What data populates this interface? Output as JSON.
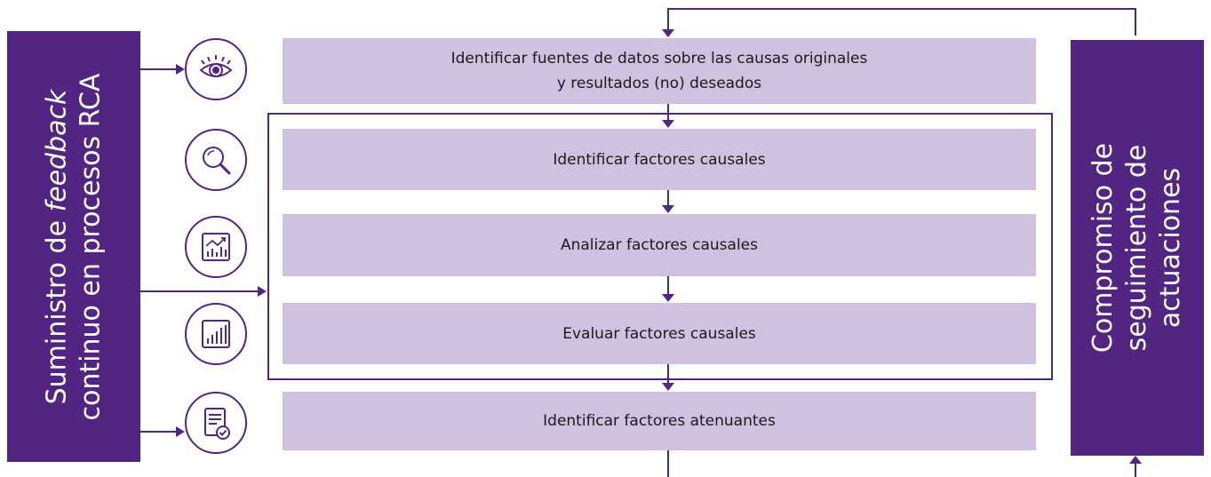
{
  "left_bar": {
    "line1_prefix": "Suministro de ",
    "line1_italic": "feedback",
    "line2": "continuo en procesos RCA"
  },
  "right_bar": {
    "line1": "Compromiso de",
    "line2": "seguimiento de",
    "line3": "actuaciones"
  },
  "steps": [
    {
      "line1": "Identificar fuentes de datos sobre las causas originales",
      "line2": "y resultados (no) deseados"
    },
    {
      "line1": "Identificar factores causales"
    },
    {
      "line1": "Analizar factores causales"
    },
    {
      "line1": "Evaluar factores causales"
    },
    {
      "line1": "Identificar factores atenuantes"
    }
  ],
  "icons": [
    "eye-icon",
    "magnifier-icon",
    "trend-chart-icon",
    "bar-chart-icon",
    "document-check-icon"
  ],
  "colors": {
    "primary": "#522583",
    "step_fill": "#cfc1df",
    "text": "#1a1a1a"
  }
}
